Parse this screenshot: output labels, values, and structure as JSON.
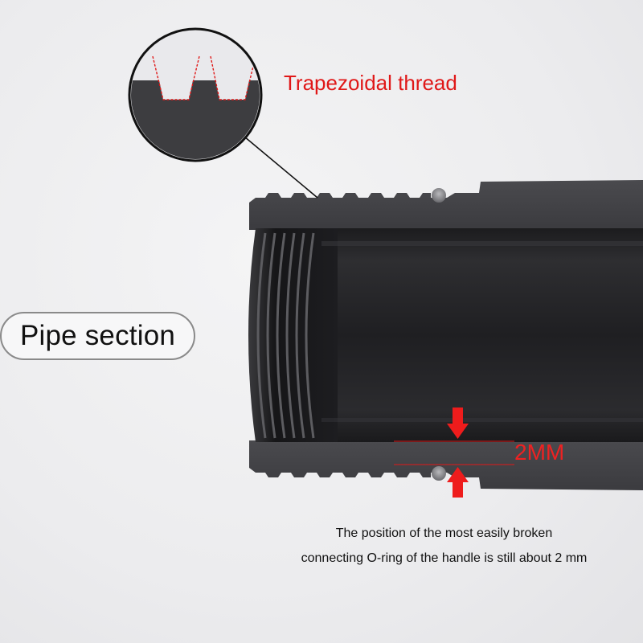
{
  "labels": {
    "thread": "Trapezoidal thread",
    "pipe_section": "Pipe section",
    "dimension": "2MM"
  },
  "caption": {
    "line1": "The position of the most easily broken",
    "line2": "connecting O-ring of the handle is still about 2 mm"
  },
  "colors": {
    "annotation_red": "#e01818",
    "pipe_dark": "#2b2b2e",
    "background": "#ececee"
  }
}
